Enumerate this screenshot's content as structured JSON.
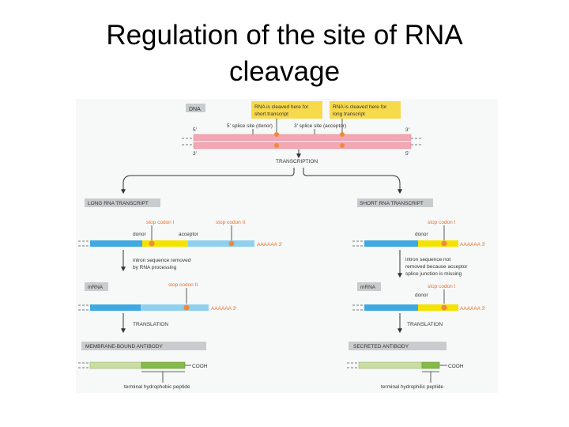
{
  "slide": {
    "title_line1": "Regulation of the site of RNA",
    "title_line2": "cleavage"
  },
  "diagram": {
    "dna": {
      "label": "DNA",
      "callout_short": [
        "RNA is cleaved here for",
        "short transcript"
      ],
      "callout_long": [
        "RNA is cleaved here for",
        "long transcript"
      ],
      "donor_site": "5' splice site (donor)",
      "acceptor_site": "3' splice site (acceptor)",
      "end_5_top": "5'",
      "end_3_top": "3'",
      "end_3_bottom": "3'",
      "end_5_bottom": "5'",
      "transcription": "TRANSCRIPTION"
    },
    "left": {
      "header": "LONG RNA TRANSCRIPT",
      "stop_codon_1": "stop codon I",
      "stop_codon_2": "stop codon II",
      "donor": "donor",
      "acceptor": "acceptor",
      "poly_a": "AAAAAA",
      "poly_a_end": "3'",
      "note": [
        "intron sequence removed",
        "by RNA processing"
      ],
      "mrna_label": "mRNA",
      "mrna_stop": "stop codon II",
      "mrna_poly_a": "AAAAAA",
      "mrna_poly_a_end": "3'",
      "translation": "TRANSLATION",
      "product": "MEMBRANE-BOUND ANTIBODY",
      "cooh": "COOH",
      "peptide": "terminal hydrophobic peptide"
    },
    "right": {
      "header": "SHORT RNA TRANSCRIPT",
      "stop_codon": "stop codon I",
      "donor": "donor",
      "poly_a": "AAAAAA",
      "poly_a_end": "3'",
      "note": [
        "intron sequence not",
        "removed because acceptor",
        "splice junction is missing"
      ],
      "mrna_label": "mRNA",
      "mrna_stop": "stop codon I",
      "mrna_donor": "donor",
      "mrna_poly_a": "AAAAAA",
      "mrna_poly_a_end": "3'",
      "translation": "TRANSLATION",
      "product": "SECRETED ANTIBODY",
      "cooh": "COOH",
      "peptide": "terminal hydrophilic peptide"
    },
    "colors": {
      "dna_strand": "#f2a7b3",
      "exon_blue": "#3fa9e0",
      "intron_light_blue": "#8fd0ef",
      "yellow_region": "#f4e200",
      "stop_marker": "#ef8a3a",
      "label_box_gray": "#c9ccce",
      "callout_yellow": "#f7d94c",
      "protein_light_green": "#c9dea0",
      "protein_green": "#86bb4a"
    }
  }
}
